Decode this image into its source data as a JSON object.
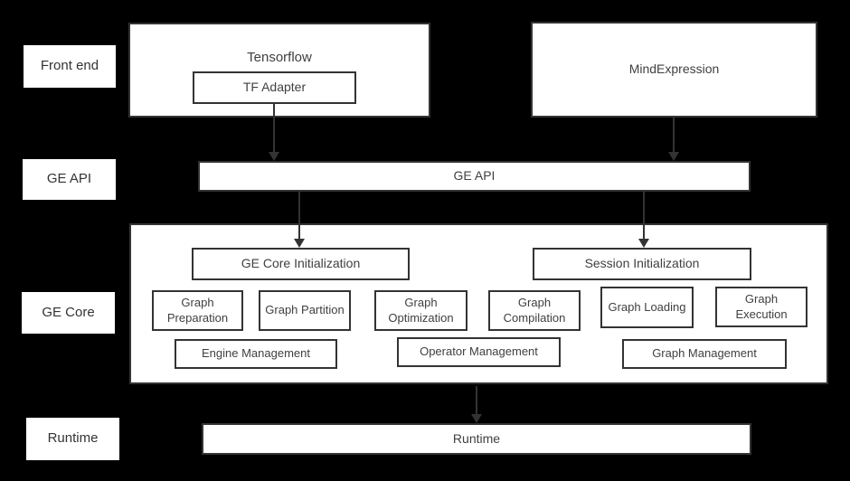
{
  "colors": {
    "bg": "#000000",
    "box_fill": "#ffffff",
    "border": "#333333",
    "text": "#404040",
    "arrow": "#333333"
  },
  "side_labels": [
    {
      "label": "Front end"
    },
    {
      "label": "GE API"
    },
    {
      "label": "GE Core"
    },
    {
      "label": "Runtime"
    }
  ],
  "nodes": {
    "tensorflow": {
      "label": "Tensorflow"
    },
    "tf_adapter": {
      "label": "TF Adapter"
    },
    "mindexpression": {
      "label": "MindExpression"
    },
    "ge_api": {
      "label": "GE API"
    },
    "ge_core_init": {
      "label": "GE Core Initialization"
    },
    "session_init": {
      "label": "Session Initialization"
    },
    "graph_preparation": {
      "label": "Graph Preparation"
    },
    "graph_partition": {
      "label": "Graph Partition"
    },
    "graph_optimization": {
      "label": "Graph Optimization"
    },
    "graph_compilation": {
      "label": "Graph Compilation"
    },
    "graph_loading": {
      "label": "Graph Loading"
    },
    "graph_execution": {
      "label": "Graph Execution"
    },
    "engine_management": {
      "label": "Engine Management"
    },
    "operator_management": {
      "label": "Operator Management"
    },
    "graph_management": {
      "label": "Graph Management"
    },
    "runtime": {
      "label": "Runtime"
    }
  },
  "arrows": [
    {
      "from": "tf_adapter",
      "to": "ge_api"
    },
    {
      "from": "mindexpression",
      "to": "ge_api"
    },
    {
      "from": "ge_api",
      "to": "ge_core_init"
    },
    {
      "from": "ge_api",
      "to": "session_init"
    },
    {
      "from": "ge_core",
      "to": "runtime"
    }
  ]
}
